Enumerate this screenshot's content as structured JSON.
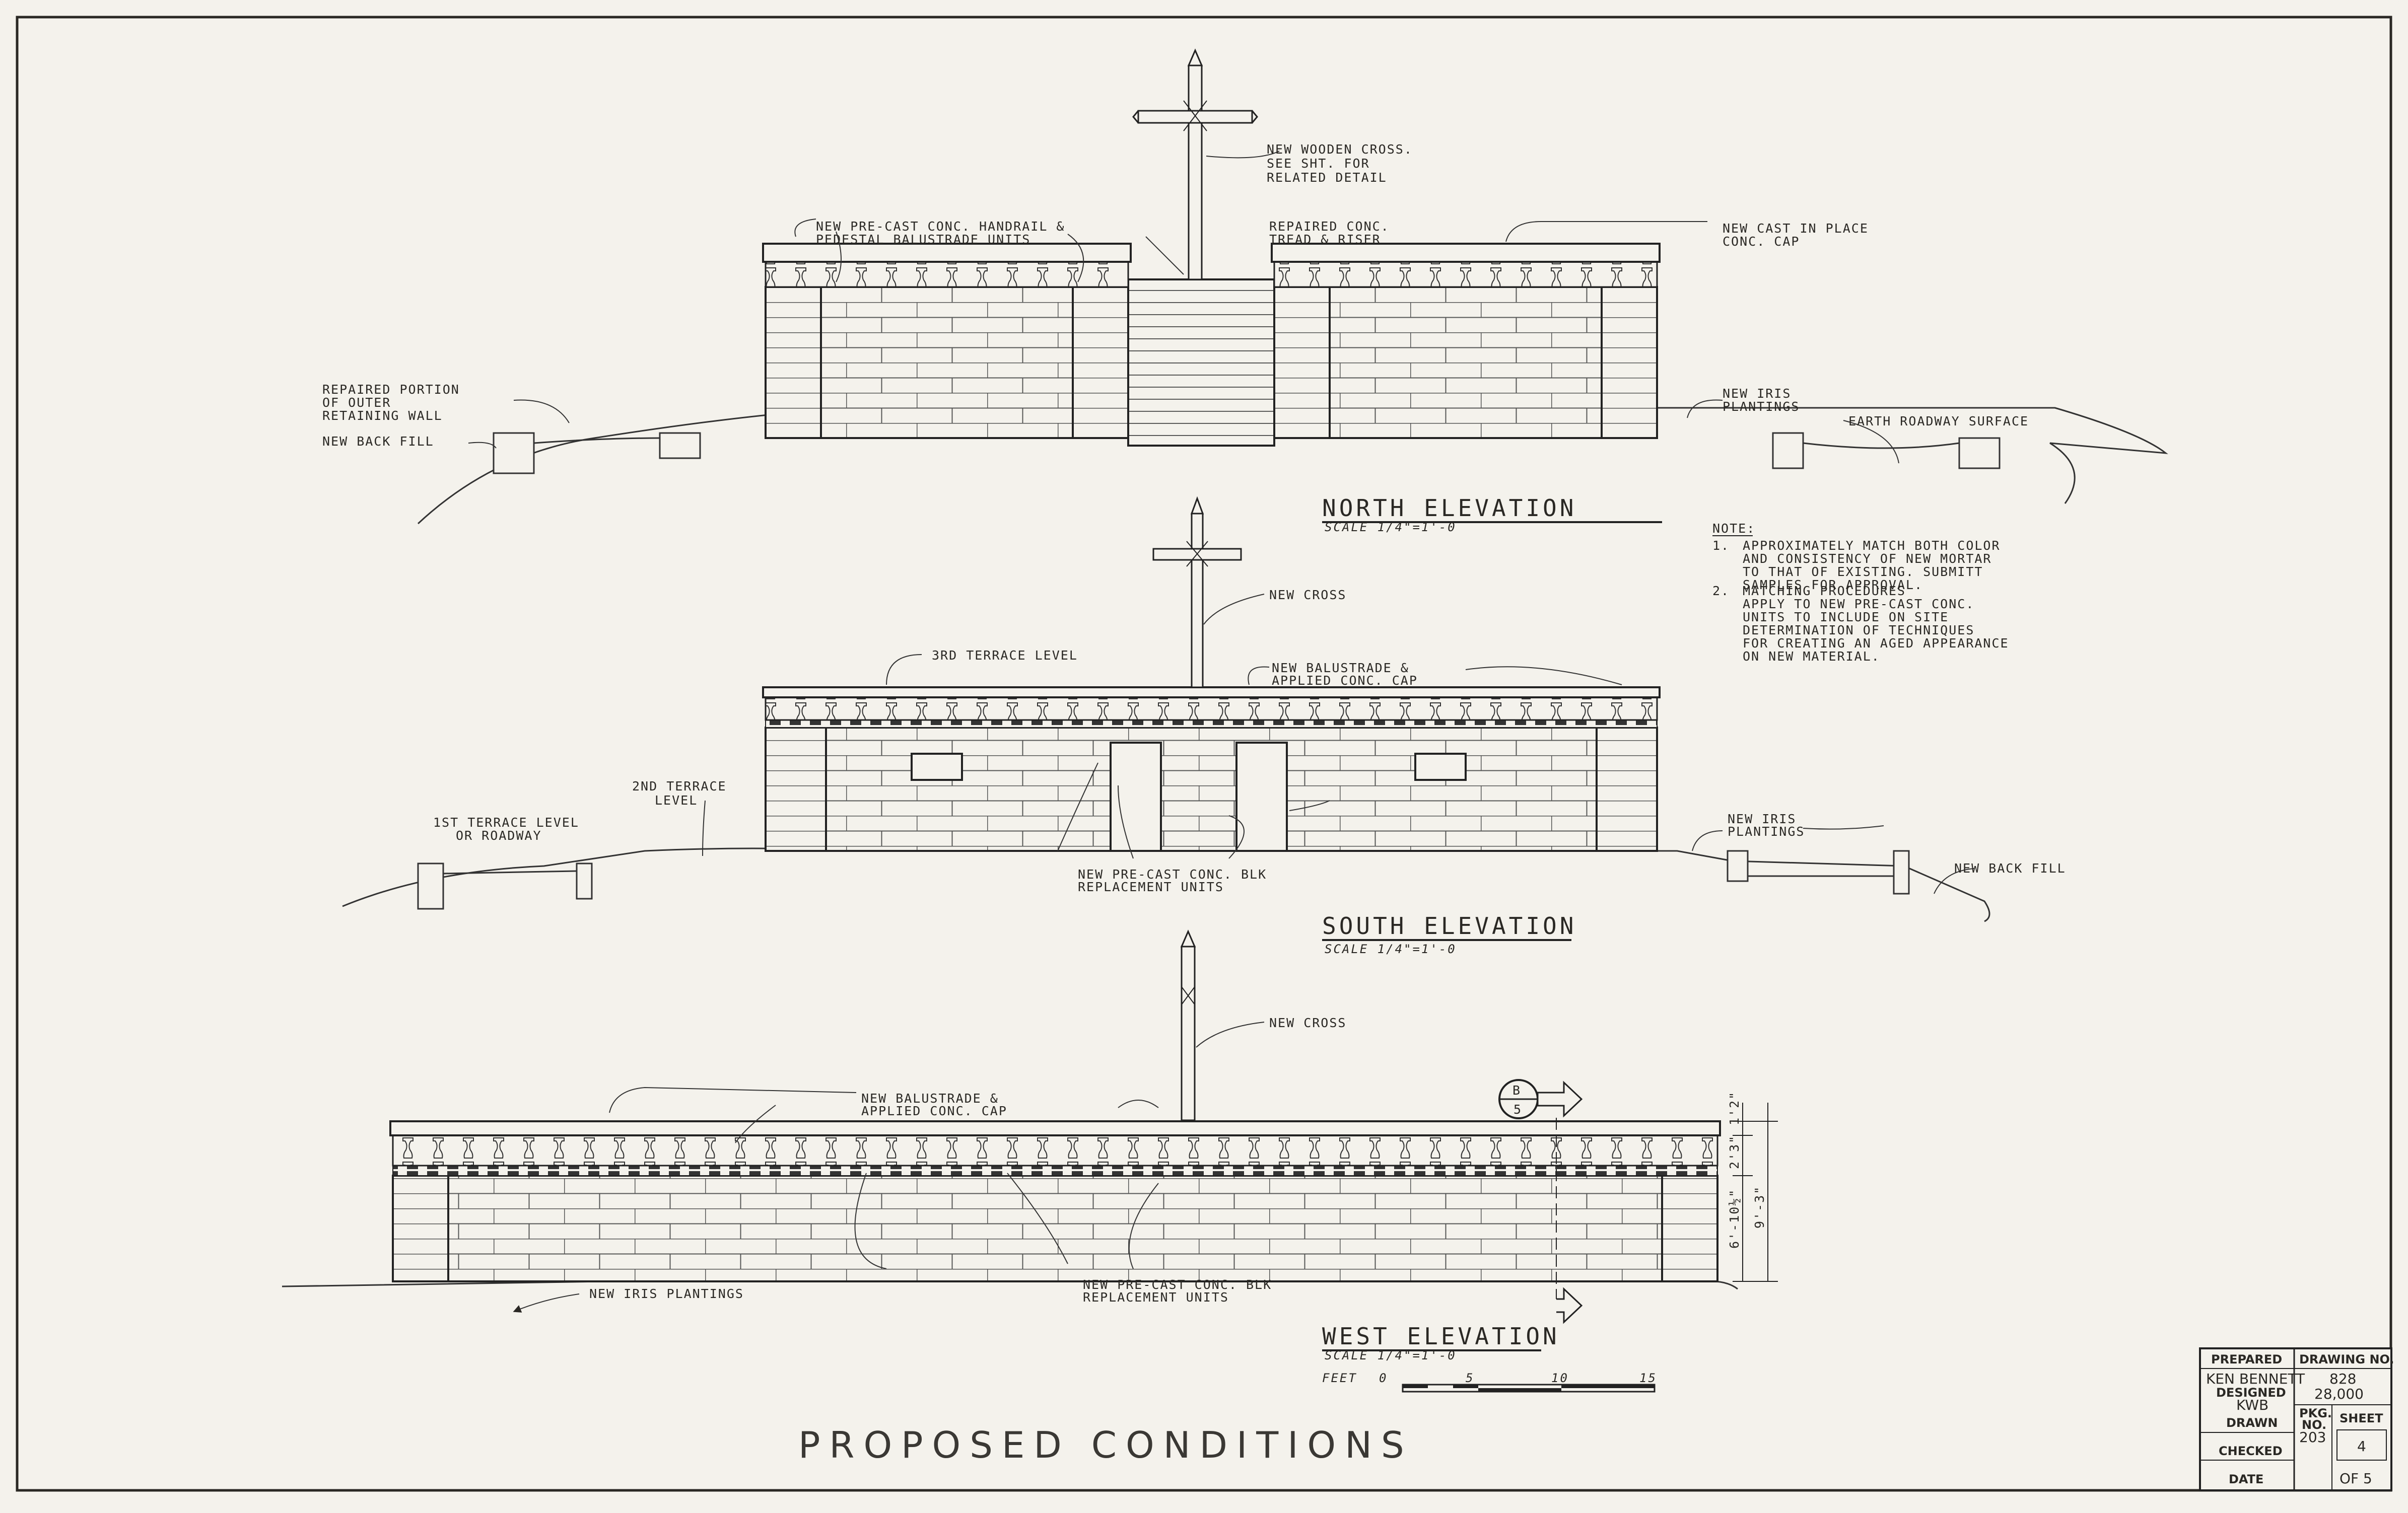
{
  "north": {
    "title": "NORTH ELEVATION",
    "scale": "SCALE 1/4\"=1'-0",
    "labels": {
      "cross_1": "NEW WOODEN CROSS.",
      "cross_2": "SEE SHT. FOR",
      "cross_3": "RELATED DETAIL",
      "handrail_1": "NEW PRE-CAST CONC. HANDRAIL &",
      "handrail_2": "PEDESTAL BALUSTRADE UNITS",
      "tread_1": "REPAIRED CONC.",
      "tread_2": "TREAD & RISER",
      "cap_1": "NEW CAST IN PLACE",
      "cap_2": "CONC. CAP",
      "repaired_1": "REPAIRED PORTION",
      "repaired_2": "OF OUTER",
      "repaired_3": "RETAINING WALL",
      "backfill": "NEW BACK FILL",
      "iris_1": "NEW IRIS",
      "iris_2": "PLANTINGS",
      "earth": "EARTH ROADWAY SURFACE"
    }
  },
  "note": {
    "heading": "NOTE:",
    "n1": "1.",
    "l1": "APPROXIMATELY MATCH BOTH COLOR",
    "l2": "AND CONSISTENCY OF NEW MORTAR",
    "l3": "TO THAT OF EXISTING. SUBMITT",
    "l4": "SAMPLES FOR APPROVAL.",
    "n2": "2.",
    "l5": "MATCHING PROCEDURES",
    "l6": "APPLY TO NEW PRE-CAST CONC.",
    "l7": "UNITS TO INCLUDE ON SITE",
    "l8": "DETERMINATION OF TECHNIQUES",
    "l9": "FOR CREATING AN AGED APPEARANCE",
    "l10": "ON NEW MATERIAL."
  },
  "south": {
    "title": "SOUTH ELEVATION",
    "scale": "SCALE 1/4\"=1'-0",
    "labels": {
      "cross": "NEW CROSS",
      "terrace3": "3RD TERRACE LEVEL",
      "balustrade_1": "NEW BALUSTRADE &",
      "balustrade_2": "APPLIED CONC. CAP",
      "terrace2_1": "2ND TERRACE",
      "terrace2_2": "LEVEL",
      "terrace1_1": "1ST TERRACE LEVEL",
      "terrace1_2": "OR ROADWAY",
      "iris_1": "NEW IRIS",
      "iris_2": "PLANTINGS",
      "blk_1": "NEW PRE-CAST CONC. BLK",
      "blk_2": "REPLACEMENT UNITS",
      "backfill": "NEW BACK FILL"
    }
  },
  "west": {
    "title": "WEST ELEVATION",
    "scale": "SCALE 1/4\"=1'-0",
    "labels": {
      "cross": "NEW CROSS",
      "balustrade_1": "NEW BALUSTRADE &",
      "balustrade_2": "APPLIED CONC. CAP",
      "iris": "NEW IRIS PLANTINGS",
      "blk_1": "NEW PRE-CAST CONC. BLK",
      "blk_2": "REPLACEMENT UNITS",
      "section_top": "B",
      "section_bottom": "5",
      "dim_1": "1'2\"",
      "dim_2": "2'3\"",
      "dim_3": "6'-10½\"",
      "dim_4": "9'-3\""
    }
  },
  "scale_bar": {
    "label": "FEET",
    "t0": "0",
    "t5": "5",
    "t10": "10",
    "t15": "15"
  },
  "sheet_title": "PROPOSED CONDITIONS",
  "title_block": {
    "prepared": "PREPARED",
    "preparer": "KEN BENNETT",
    "designed": "DESIGNED",
    "designer": "KWB",
    "drawn": "DRAWN",
    "checked": "CHECKED",
    "date": "DATE",
    "drawing_no_label": "DRAWING NO.",
    "drawing_no_1": "828",
    "drawing_no_2": "28,000",
    "pkg_label_1": "PKG.",
    "pkg_label_2": "NO.",
    "pkg_no": "203",
    "sheet_label": "SHEET",
    "sheet_no": "4",
    "of": "OF 5"
  },
  "colors": {
    "ink": "#2a2824",
    "paper": "#f4f2ec"
  }
}
